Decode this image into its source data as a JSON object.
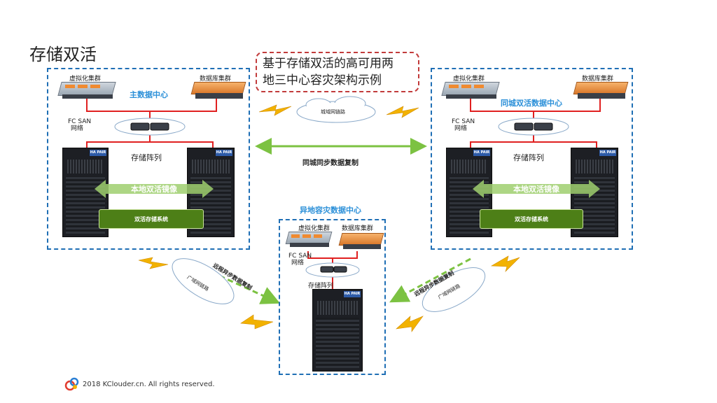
{
  "slide": {
    "title": "存储双活"
  },
  "callout": {
    "line1": "基于存储双活的高可用两",
    "line2": "地三中心容灾架构示例"
  },
  "primary_dc": {
    "title": "主数据中心",
    "virtual_cluster": "虚拟化集群",
    "db_cluster": "数据库集群",
    "fc_san": "FC SAN",
    "network": "网络",
    "storage_array": "存储阵列",
    "ha_pair": "HA PAIR",
    "mirror": "本地双活镜像",
    "system": "双活存储系统"
  },
  "metro_dc": {
    "title": "同城双活数据中心",
    "virtual_cluster": "虚拟化集群",
    "db_cluster": "数据库集群",
    "fc_san": "FC SAN",
    "network": "网络",
    "storage_array": "存储阵列",
    "ha_pair": "HA PAIR",
    "mirror": "本地双活镜像",
    "system": "双活存储系统"
  },
  "remote_dc": {
    "title": "异地容灾数据中心",
    "virtual_cluster": "虚拟化集群",
    "db_cluster": "数据库集群",
    "fc_san": "FC SAN",
    "network": "网络",
    "storage_array": "存储阵列",
    "ha_pair": "HA PAIR"
  },
  "links": {
    "metro_link": "城域网链路",
    "sync_replication": "同城同步数据复制",
    "wan_link_left": "广域网链路",
    "wan_link_right": "广域网链路",
    "async_left": "远程异步数据复制",
    "async_right": "远程异步数据复制"
  },
  "footer": {
    "copyright": "2018 KClouder.cn.  All rights reserved."
  },
  "colors": {
    "dc_border": "#1f6fb5",
    "callout_border": "#c23b3b",
    "link_red": "#e02020",
    "sync_arrow": "#7cc242",
    "system_green": "#4d7f17",
    "title_blue": "#2a8fd8"
  },
  "icons": [
    "server-cluster-icon",
    "database-cluster-icon",
    "san-switch-icon",
    "storage-rack-icon",
    "lightning-icon",
    "cloud-icon",
    "kclouder-logo-icon"
  ]
}
